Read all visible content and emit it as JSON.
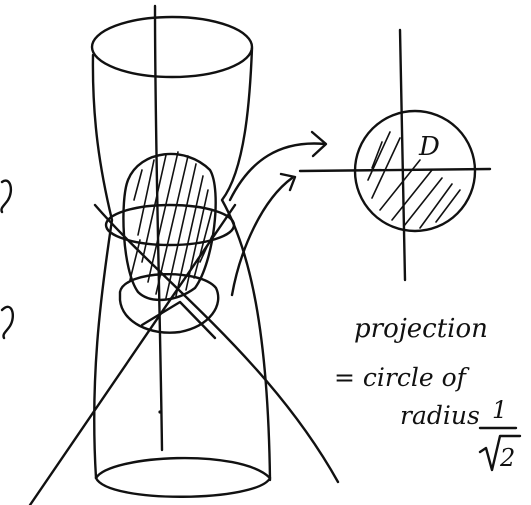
{
  "labels": {
    "region": "D",
    "projection_line1": "projection",
    "projection_line2": "= circle of",
    "projection_line3": "radius",
    "fraction_numerator": "1",
    "fraction_denominator": "2"
  },
  "colors": {
    "ink": "#111111",
    "paper": "#ffffff"
  }
}
